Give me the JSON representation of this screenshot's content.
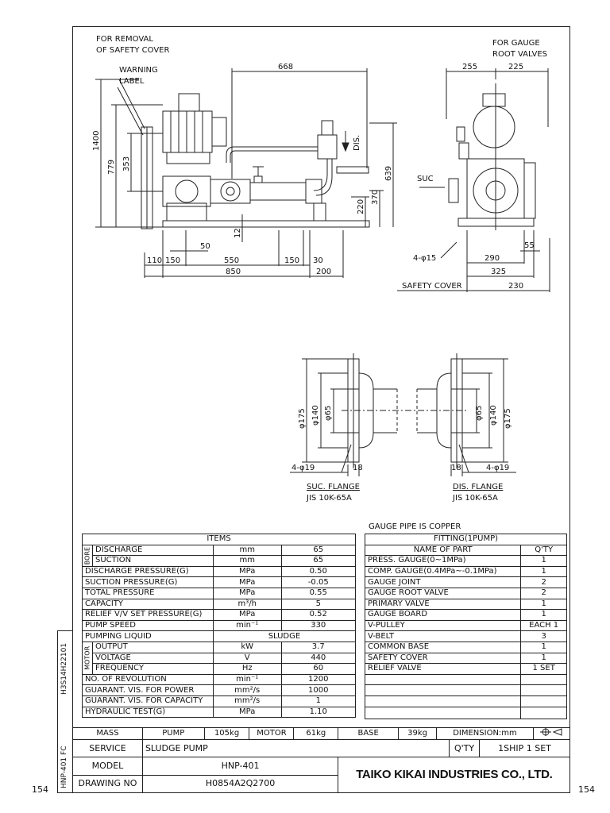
{
  "page_numbers": {
    "left": "154",
    "right": "154"
  },
  "side_strip": {
    "top_code": "H3S14H22101",
    "bottom_code": "HNP-401 FC"
  },
  "drawing": {
    "notes": {
      "removal_cover_1": "FOR REMOVAL",
      "removal_cover_2": "OF SAFETY COVER",
      "warning_1": "WARNING",
      "warning_2": "LABEL",
      "gauge_root_1": "FOR GAUGE",
      "gauge_root_2": "ROOT VALVES",
      "dis": "DIS.",
      "suc": "SUC",
      "safety_cover": "SAFETY COVER",
      "bolt_holes": "4-φ15"
    },
    "dimensions": {
      "d668": "668",
      "d1400": "1400",
      "d779": "779",
      "d353": "353",
      "d639": "639",
      "d370": "370",
      "d220": "220",
      "d12": "12",
      "d50": "50",
      "d110": "110",
      "d150a": "150",
      "d550": "550",
      "d150b": "150",
      "d30": "30",
      "d850": "850",
      "d200": "200",
      "d255": "255",
      "d225": "225",
      "d55": "55",
      "d290": "290",
      "d325": "325",
      "d230": "230"
    },
    "flanges": {
      "suc_title": "SUC. FLANGE",
      "suc_std": "JIS 10K-65A",
      "dis_title": "DIS. FLANGE",
      "dis_std": "JIS 10K-65A",
      "od": "φ175",
      "pcd": "φ140",
      "bore": "φ65",
      "holes": "4-φ19",
      "thick": "18"
    }
  },
  "gauge_note": "GAUGE PIPE IS COPPER",
  "items_table": {
    "header": "ITEMS",
    "bore_label": "BORE",
    "motor_label": "MOTOR",
    "rows": [
      {
        "name": "DISCHARGE",
        "unit": "mm",
        "value": "65"
      },
      {
        "name": "SUCTION",
        "unit": "mm",
        "value": "65"
      },
      {
        "name": "DISCHARGE PRESSURE(G)",
        "unit": "MPa",
        "value": "0.50"
      },
      {
        "name": "SUCTION PRESSURE(G)",
        "unit": "MPa",
        "value": "-0.05"
      },
      {
        "name": "TOTAL PRESSURE",
        "unit": "MPa",
        "value": "0.55"
      },
      {
        "name": "CAPACITY",
        "unit": "m³/h",
        "value": "5"
      },
      {
        "name": "RELIEF V/V SET PRESSURE(G)",
        "unit": "MPa",
        "value": "0.52"
      },
      {
        "name": "PUMP SPEED",
        "unit": "min⁻¹",
        "value": "330"
      },
      {
        "name": "PUMPING LIQUID",
        "unit": "",
        "value": "SLUDGE"
      },
      {
        "name": "OUTPUT",
        "unit": "kW",
        "value": "3.7"
      },
      {
        "name": "VOLTAGE",
        "unit": "V",
        "value": "440"
      },
      {
        "name": "FREQUENCY",
        "unit": "Hz",
        "value": "60"
      },
      {
        "name": "NO. OF REVOLUTION",
        "unit": "min⁻¹",
        "value": "1200"
      },
      {
        "name": "GUARANT. VIS. FOR POWER",
        "unit": "mm²/s",
        "value": "1000"
      },
      {
        "name": "GUARANT. VIS. FOR CAPACITY",
        "unit": "mm²/s",
        "value": "1"
      },
      {
        "name": "HYDRAULIC TEST(G)",
        "unit": "MPa",
        "value": "1.10"
      }
    ]
  },
  "fitting_table": {
    "header": "FITTING(1PUMP)",
    "col_name": "NAME OF PART",
    "col_qty": "Q'TY",
    "rows": [
      {
        "name": "PRESS. GAUGE(0~1MPa)",
        "qty": "1"
      },
      {
        "name": "COMP. GAUGE(0.4MPa~-0.1MPa)",
        "qty": "1"
      },
      {
        "name": "GAUGE JOINT",
        "qty": "2"
      },
      {
        "name": "GAUGE ROOT VALVE",
        "qty": "2"
      },
      {
        "name": "PRIMARY VALVE",
        "qty": "1"
      },
      {
        "name": "GAUGE BOARD",
        "qty": "1"
      },
      {
        "name": "V-PULLEY",
        "qty": "EACH 1"
      },
      {
        "name": "V-BELT",
        "qty": "3"
      },
      {
        "name": "COMMON BASE",
        "qty": "1"
      },
      {
        "name": "SAFETY COVER",
        "qty": "1"
      },
      {
        "name": "RELIEF VALVE",
        "qty": "1 SET"
      }
    ]
  },
  "title_block": {
    "mass_label": "MASS",
    "pump_label": "PUMP",
    "pump_mass": "105kg",
    "motor_label": "MOTOR",
    "motor_mass": "61kg",
    "base_label": "BASE",
    "base_mass": "39kg",
    "dimension_unit": "DIMENSION:mm",
    "service_label": "SERVICE",
    "service_value": "SLUDGE PUMP",
    "qty_label": "Q'TY",
    "qty_value": "1SHIP 1 SET",
    "model_label": "MODEL",
    "model_value": "HNP-401",
    "drawing_label": "DRAWING NO",
    "drawing_value": "H0854A2Q2700",
    "company": "TAIKO KIKAI INDUSTRIES CO., LTD."
  }
}
